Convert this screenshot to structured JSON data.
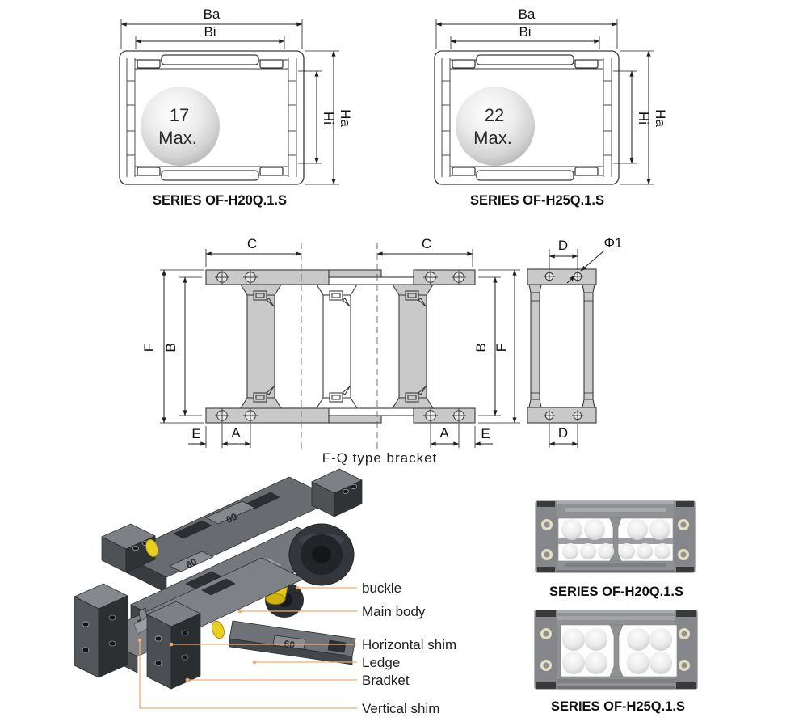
{
  "top_left_section": {
    "caption": "SERIES OF-H20Q.1.S",
    "sphere_value": "17",
    "sphere_qualifier": "Max.",
    "dim_outer_width": "Ba",
    "dim_inner_width": "Bi",
    "dim_inner_height": "Hi",
    "dim_outer_height": "Ha"
  },
  "top_right_section": {
    "caption": "SERIES OF-H25Q.1.S",
    "sphere_value": "22",
    "sphere_qualifier": "Max.",
    "dim_outer_width": "Ba",
    "dim_inner_width": "Bi",
    "dim_inner_height": "Hi",
    "dim_outer_height": "Ha"
  },
  "bracket_drawing": {
    "caption": "F-Q type bracket",
    "dim_link_length": "C",
    "dim_hole_spacing": "D",
    "dim_hole_diameter": "Φ1",
    "dim_outer_height": "F",
    "dim_inner_height": "B",
    "dim_edge_offset": "E",
    "dim_hole_pitch": "A"
  },
  "iso_view": {
    "part_marking": "60",
    "callout_buckle": "buckle",
    "callout_main_body": "Main body",
    "callout_horizontal_shim": "Horizontal shim",
    "callout_ledge": "Ledge",
    "callout_bracket": "Bradket",
    "callout_vertical_shim": "Vertical shim"
  },
  "photo_h20": {
    "caption": "SERIES OF-H20Q.1.S"
  },
  "photo_h25": {
    "caption": "SERIES OF-H25Q.1.S"
  },
  "colors": {
    "drawing_line": "#3a3a3a",
    "drawing_fill": "#c9c9c9",
    "dimension_line": "#1f1f1f",
    "leader_line": "#f2ad6b",
    "buckle_yellow": "#edd31f",
    "photo_frame_gray": "#8f9193"
  }
}
